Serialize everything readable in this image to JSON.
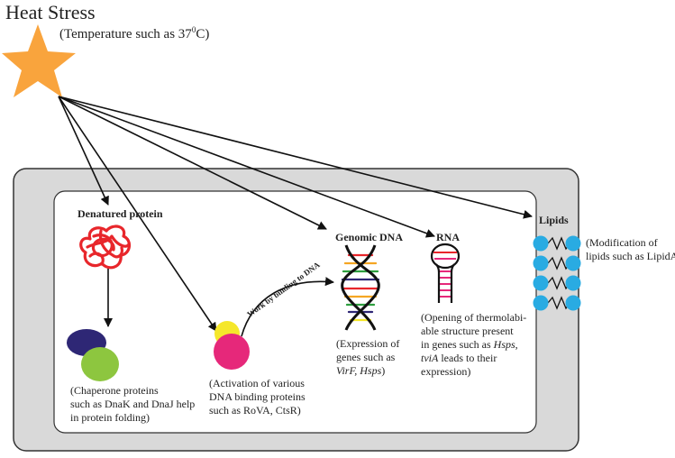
{
  "title": "Heat Stress",
  "subtitle": {
    "prefix": "(Temperature such as 37",
    "sup": "0",
    "suffix": "C)"
  },
  "labels": {
    "denatured_protein": "Denatured protein",
    "genomic_dna": "Genomic DNA",
    "rna": "RNA",
    "lipids": "Lipids",
    "binding_arrow": "Work by binding to DNA"
  },
  "captions": {
    "chaperone": [
      "(Chaperone proteins",
      "such as DnaK and DnaJ help",
      "in protein folding)"
    ],
    "activation": [
      "(Activation of various",
      "DNA binding proteins",
      "such as  RoVA, CtsR)"
    ],
    "expression": [
      "(Expression of",
      "genes such as"
    ],
    "expression_genes": "VirF, Hsps",
    "expression_end": ")",
    "opening": [
      "(Opening of thermolabi-",
      "able structure present",
      "in genes such as "
    ],
    "opening_gene1": "Hsps",
    "opening_sep": ",",
    "opening_gene2": "tviA",
    "opening_tail": " leads to their",
    "opening_last": "expression)",
    "lipid_mod": [
      "(Modification of",
      "lipids such as LipidA)"
    ]
  },
  "colors": {
    "star": "#f9a43d",
    "outer_cell": "#d9d9d9",
    "inner_cell": "#ffffff",
    "tangle": "#e8262b",
    "chaperone_top": "#2e2775",
    "chaperone_bottom": "#8dc63f",
    "dbp_small": "#f5e72b",
    "dbp_large": "#e6287a",
    "lipid_head": "#29abe2"
  },
  "icons": [
    "star-icon",
    "tangled-protein-icon",
    "dna-helix-icon",
    "rna-hairpin-icon",
    "lipid-icon"
  ]
}
